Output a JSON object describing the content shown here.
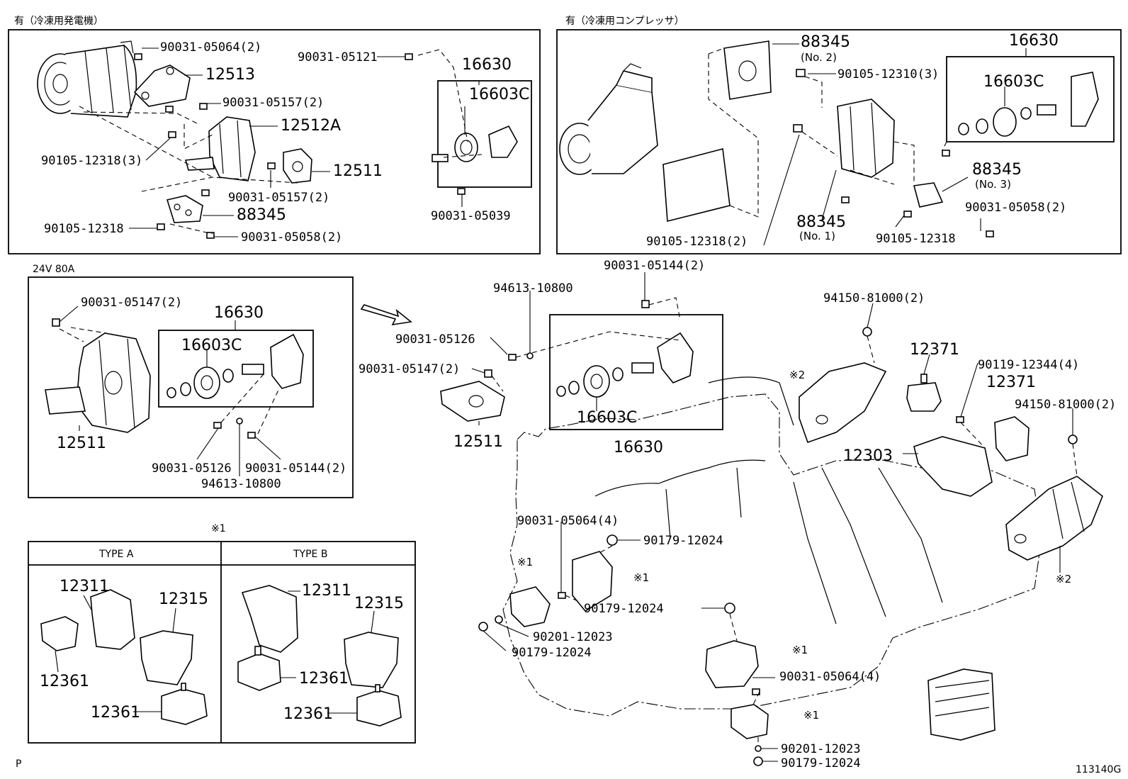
{
  "sections": {
    "alt_header": "有（冷凍用発電機）",
    "comp_header": "有（冷凍用コンプレッサ）",
    "v24_header": "24V 80A",
    "type_note": "※1",
    "type_a": "TYPE A",
    "type_b": "TYPE B"
  },
  "labels": {
    "a1": "90031-05064(2)",
    "a2": "12513",
    "a3": "90031-05157(2)",
    "a4": "12512A",
    "a5": "90105-12318(3)",
    "a6": "12511",
    "a7": "90031-05157(2)",
    "a8": "88345",
    "a9": "90105-12318",
    "a10": "90031-05058(2)",
    "a11": "90031-05121",
    "a12": "16630",
    "a13": "16603C",
    "a14": "90031-05039",
    "c1": "88345",
    "c1n": "(No. 2)",
    "c2": "90105-12310(3)",
    "c3": "16630",
    "c4": "16603C",
    "c5": "88345",
    "c5n": "(No. 3)",
    "c6": "90031-05058(2)",
    "c7": "88345",
    "c7n": "(No. 1)",
    "c8": "90105-12318(2)",
    "c9": "90105-12318",
    "v1": "90031-05147(2)",
    "v2": "16630",
    "v3": "16603C",
    "v4": "12511",
    "v5": "90031-05126",
    "v6": "94613-10800",
    "v7": "90031-05144(2)",
    "m1": "90031-05144(2)",
    "m2": "94613-10800",
    "m3": "90031-05126",
    "m4": "90031-05147(2)",
    "m5": "16603C",
    "m6": "16630",
    "m7": "12511",
    "m8": "94150-81000(2)",
    "m9": "※2",
    "m10": "12371",
    "m11": "90119-12344(4)",
    "m12": "12371",
    "m13": "94150-81000(2)",
    "m14": "12303",
    "m15": "※2",
    "m16": "90031-05064(4)",
    "m17": "90179-12024",
    "m18": "※1",
    "m19": "※1",
    "m20": "90179-12024",
    "m21": "90201-12023",
    "m22": "90179-12024",
    "m23": "※1",
    "m24": "90031-05064(4)",
    "m25": "※1",
    "m26": "90201-12023",
    "m27": "90179-12024",
    "t1": "12311",
    "t2": "12315",
    "t3": "12361",
    "t4": "12361",
    "t5": "12311",
    "t6": "12315",
    "t7": "12361",
    "t8": "12361"
  },
  "footer": {
    "left_mark": "P",
    "figure_id": "113140G"
  }
}
